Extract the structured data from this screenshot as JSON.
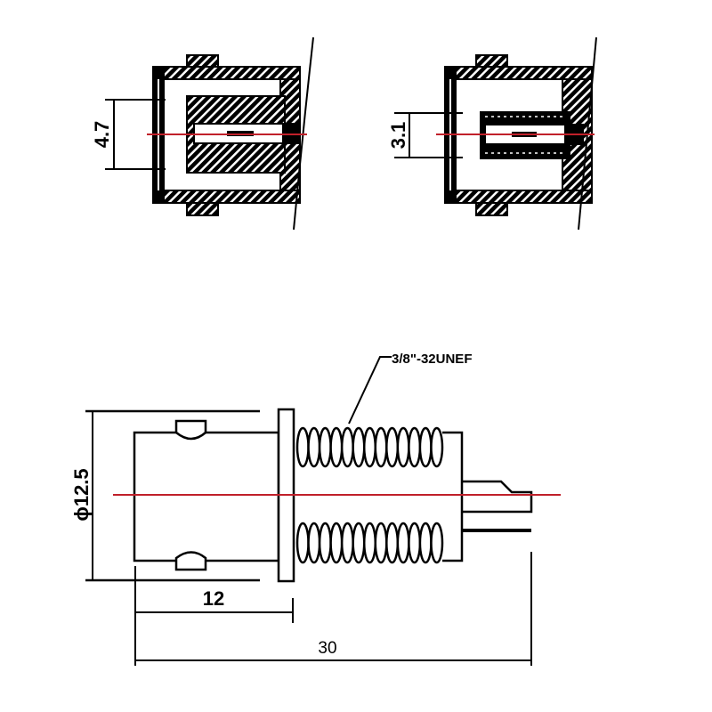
{
  "drawing": {
    "top_left": {
      "dimension": "4.7"
    },
    "top_right": {
      "dimension": "3.1"
    },
    "side_view": {
      "diameter_label": "ϕ12.5",
      "length_front_label": "12",
      "length_total_label": "30",
      "thread_label": "3/8\"-32UNEF"
    }
  },
  "colors": {
    "line": "#000000",
    "centerline": "#c0202a",
    "background": "#ffffff"
  }
}
